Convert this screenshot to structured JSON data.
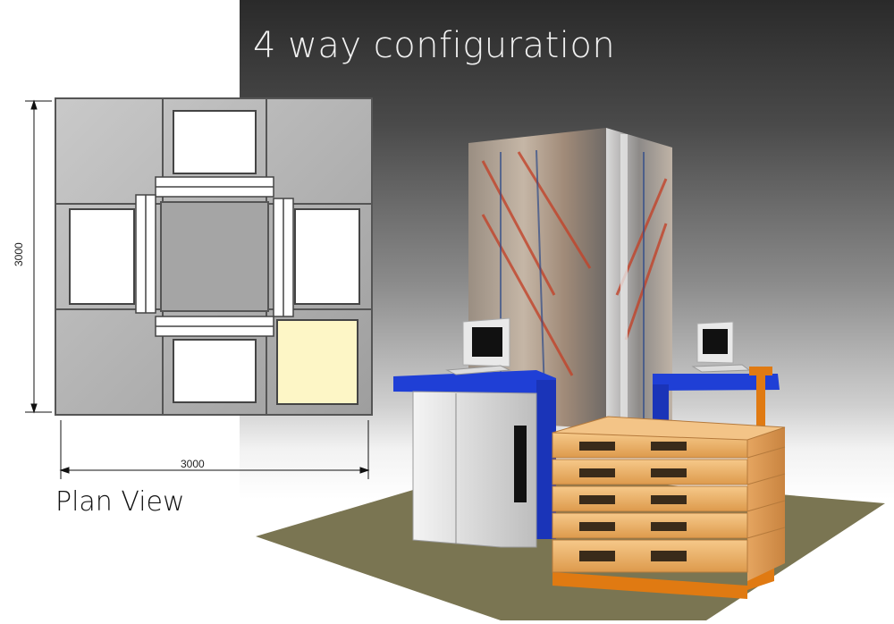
{
  "header": {
    "title": "4 way configuration"
  },
  "plan": {
    "label": "Plan View",
    "width_dimension": "3000",
    "height_dimension": "3000"
  },
  "colors": {
    "plan_outer": "#9c9c9c",
    "plan_cell": "#b0b0b0",
    "highlight_cell": "#fdf6c6",
    "counter_blue": "#1f3fd6",
    "floor": "#7a7552",
    "pallet_wood": "#e8a65a",
    "pallet_truck_orange": "#e07a12"
  },
  "icons": [
    "computer-monitor-icon",
    "pallet-icon",
    "pallet-truck-icon"
  ]
}
